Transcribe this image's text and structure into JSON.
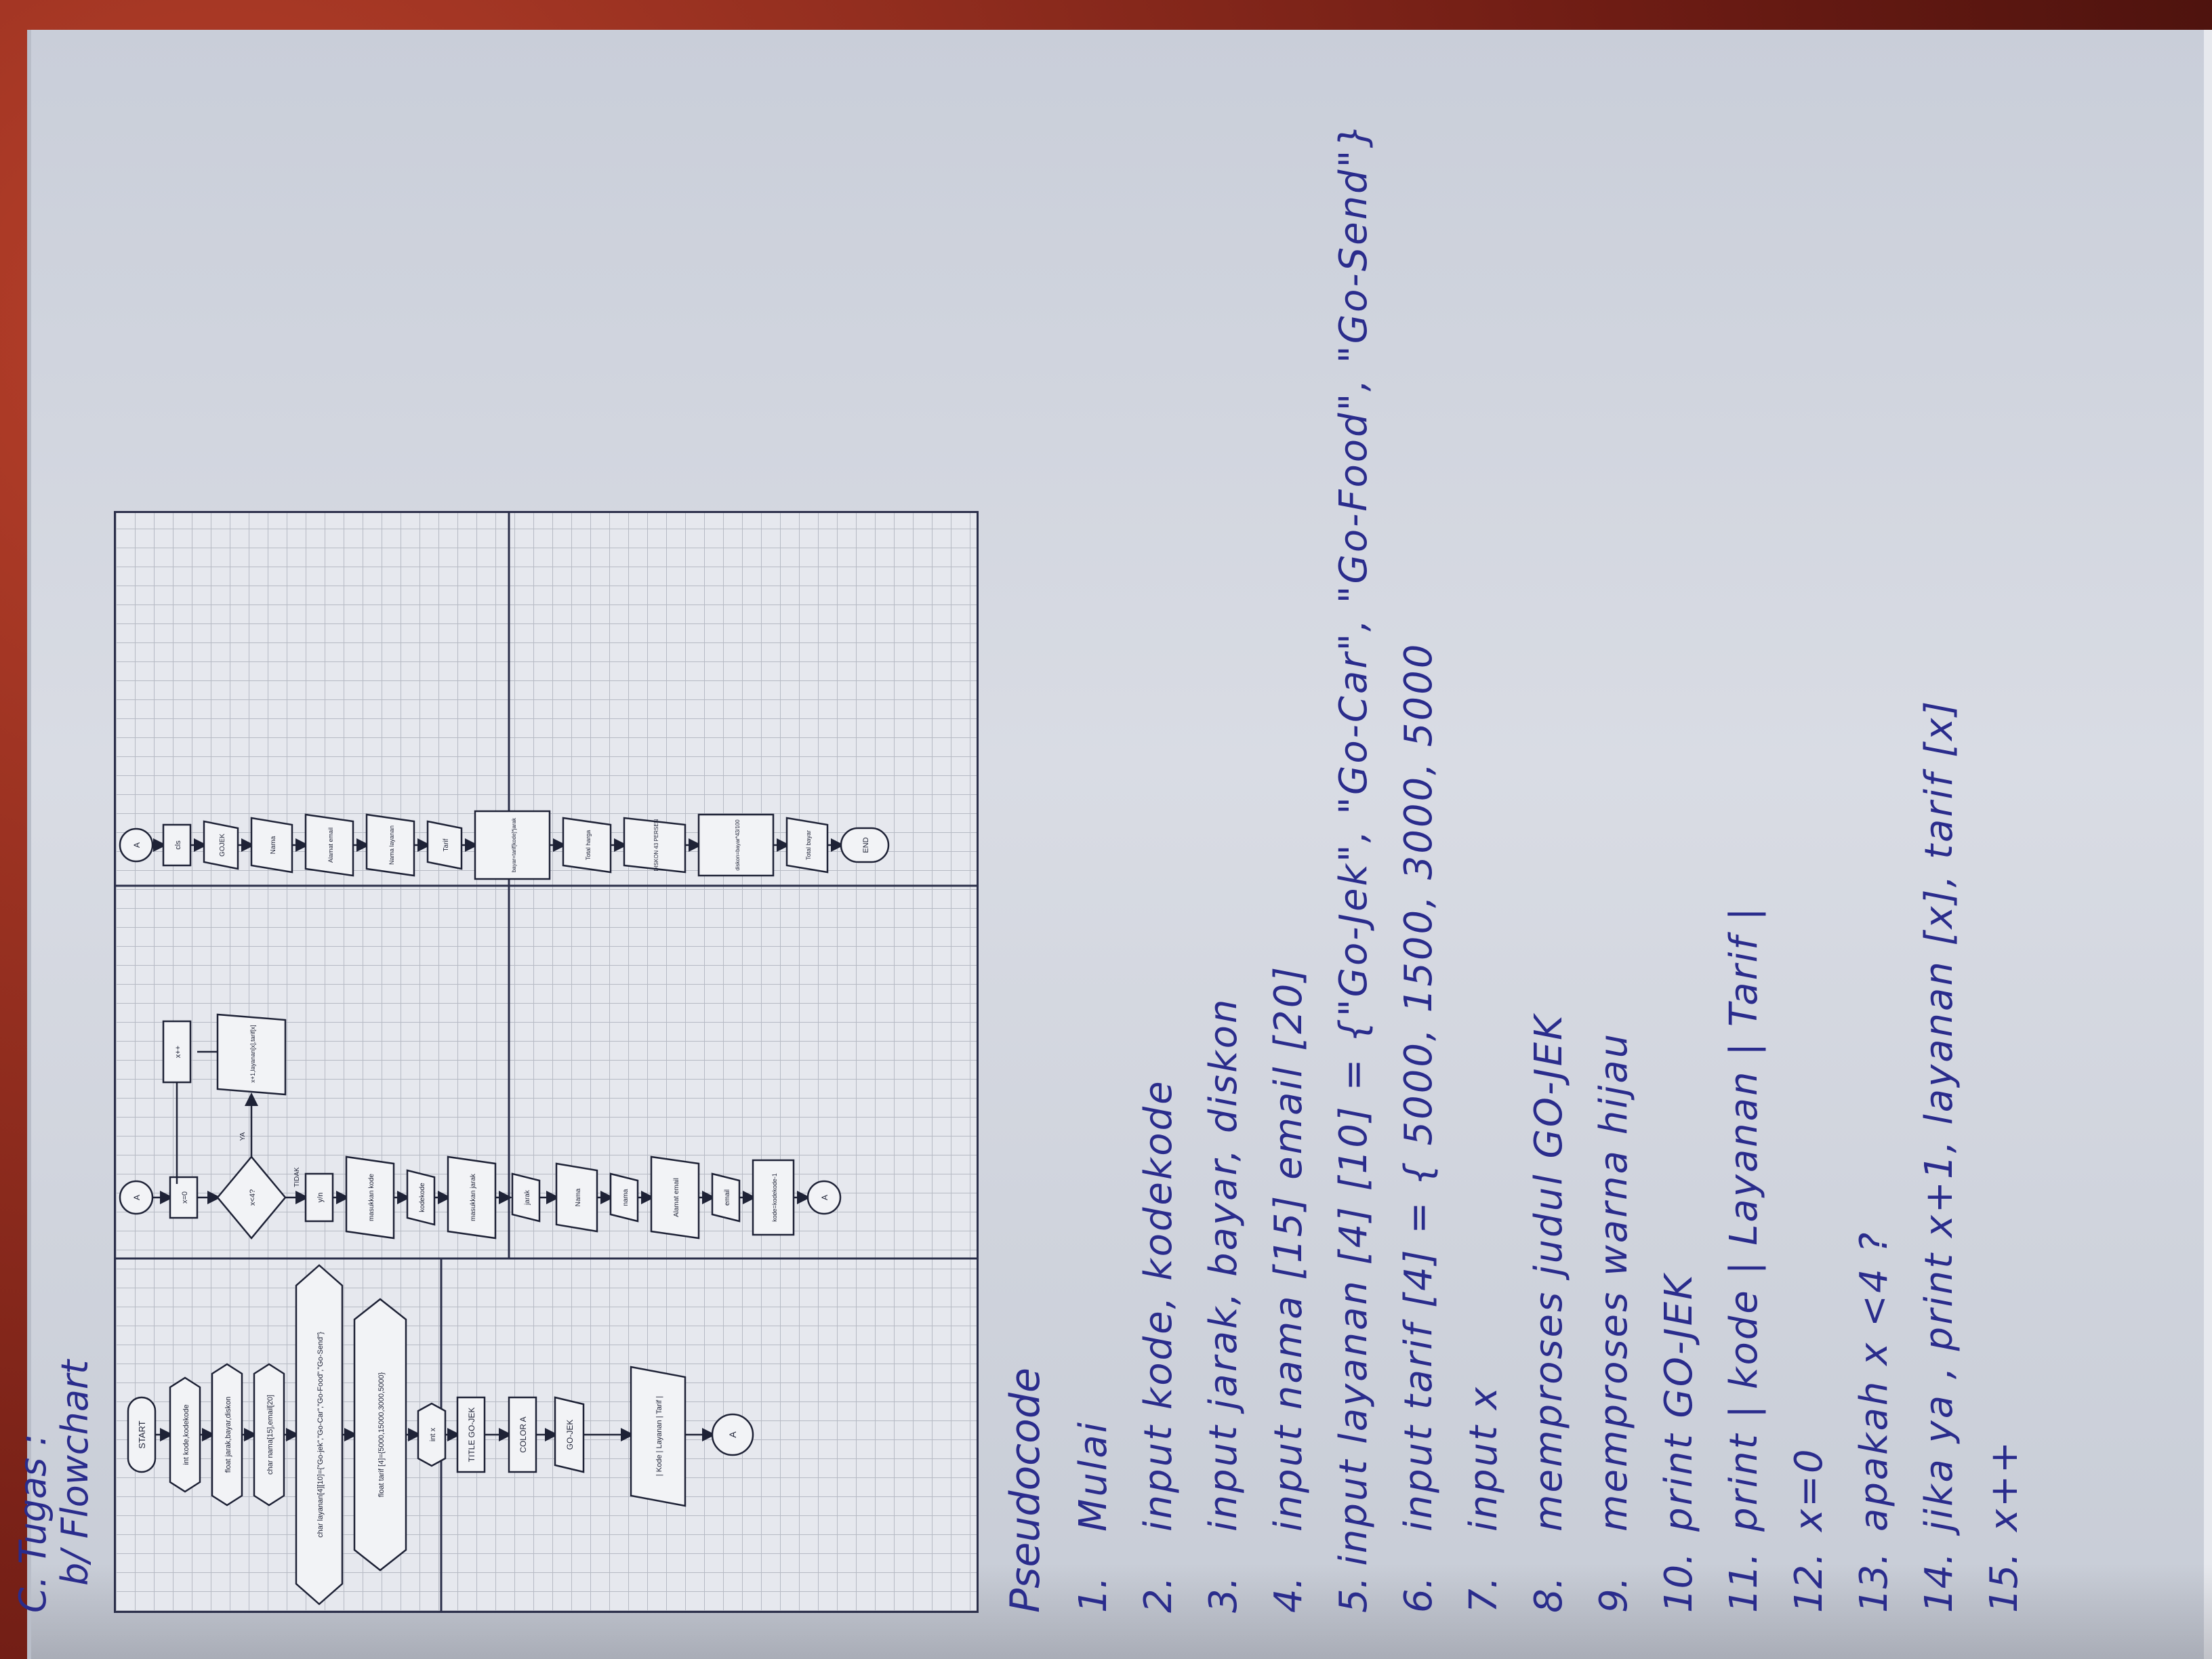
{
  "heading": {
    "line1": "C. Tugas :",
    "line2": "b/ Flowchart"
  },
  "flowchart": {
    "col1": {
      "start": "START",
      "decl1": "int kode,kodekode",
      "decl2": "float jarak,bayar,diskon",
      "decl3": "char nama[15],email[20]",
      "decl4": "char layanan[4][10]={\"Go-jek\",\"Go-Car\",\"Go-Food\",\"Go-Send\"}",
      "decl5": "float tarif [4]={5000,15000,3000,5000}",
      "init": "int x",
      "title": "TITLE GO-JEK",
      "color": "COLOR A",
      "out1": "GO-JEK",
      "out2": "| Kode | Layanan | Tarif |",
      "connector": "A"
    },
    "col2": {
      "connector_in": "A",
      "assign": "x=0",
      "decision": "x<4?",
      "yes": "YA",
      "no": "TIDAK",
      "loop_out": "x+1,layanan[x],tarif[x]",
      "incr": "x++",
      "yn": "y/n",
      "in1": "masukkan kode",
      "in1b": "kodekode",
      "in2": "masukkan jarak",
      "in2b": "jarak",
      "in3": "Nama",
      "in3b": "nama",
      "in4": "Alamat email",
      "in4b": "email",
      "proc": "kode=kodekode-1",
      "connector_out": "A"
    },
    "col3": {
      "connector_in": "A",
      "cls": "cls",
      "o1": "GOJEK",
      "o2": "Nama",
      "o3": "Alamat email",
      "o4": "Nama layanan",
      "o5": "Tarif",
      "proc": "bayar=tarif[kode]*jarak",
      "o6": "Total harga",
      "o7": "DISKON 43 PERSEN",
      "proc2": "diskon=bayar*43/100",
      "o8": "Total bayar",
      "end": "END"
    }
  },
  "pseudocode": {
    "title": "Pseudocode",
    "lines": [
      {
        "n": "1.",
        "t": "Mulai"
      },
      {
        "n": "2.",
        "t": "input kode, kodekode"
      },
      {
        "n": "3.",
        "t": "input jarak, bayar, diskon"
      },
      {
        "n": "4.",
        "t": "input nama [15] email [20]"
      },
      {
        "n": "5.",
        "t": "input layanan [4] [10] = {\"Go-Jek\", \"Go-Car\", \"Go-Food\", \"Go-Send\"}"
      },
      {
        "n": "6.",
        "t": "input tarif [4] = { 5000, 1500, 3000, 5000"
      },
      {
        "n": "7.",
        "t": "input x"
      },
      {
        "n": "8.",
        "t": "memproses judul GO-JEK"
      },
      {
        "n": "9.",
        "t": "memproses warna hijau"
      },
      {
        "n": "10.",
        "t": "print GO-JEK"
      },
      {
        "n": "11.",
        "t": "print | kode | Layanan | Tarif |"
      },
      {
        "n": "12.",
        "t": "x=0"
      },
      {
        "n": "13.",
        "t": "apakah x <4 ?"
      },
      {
        "n": "14.",
        "t": "jika ya , print x+1, layanan [x], tarif [x]"
      },
      {
        "n": "15.",
        "t": "x++"
      }
    ]
  }
}
